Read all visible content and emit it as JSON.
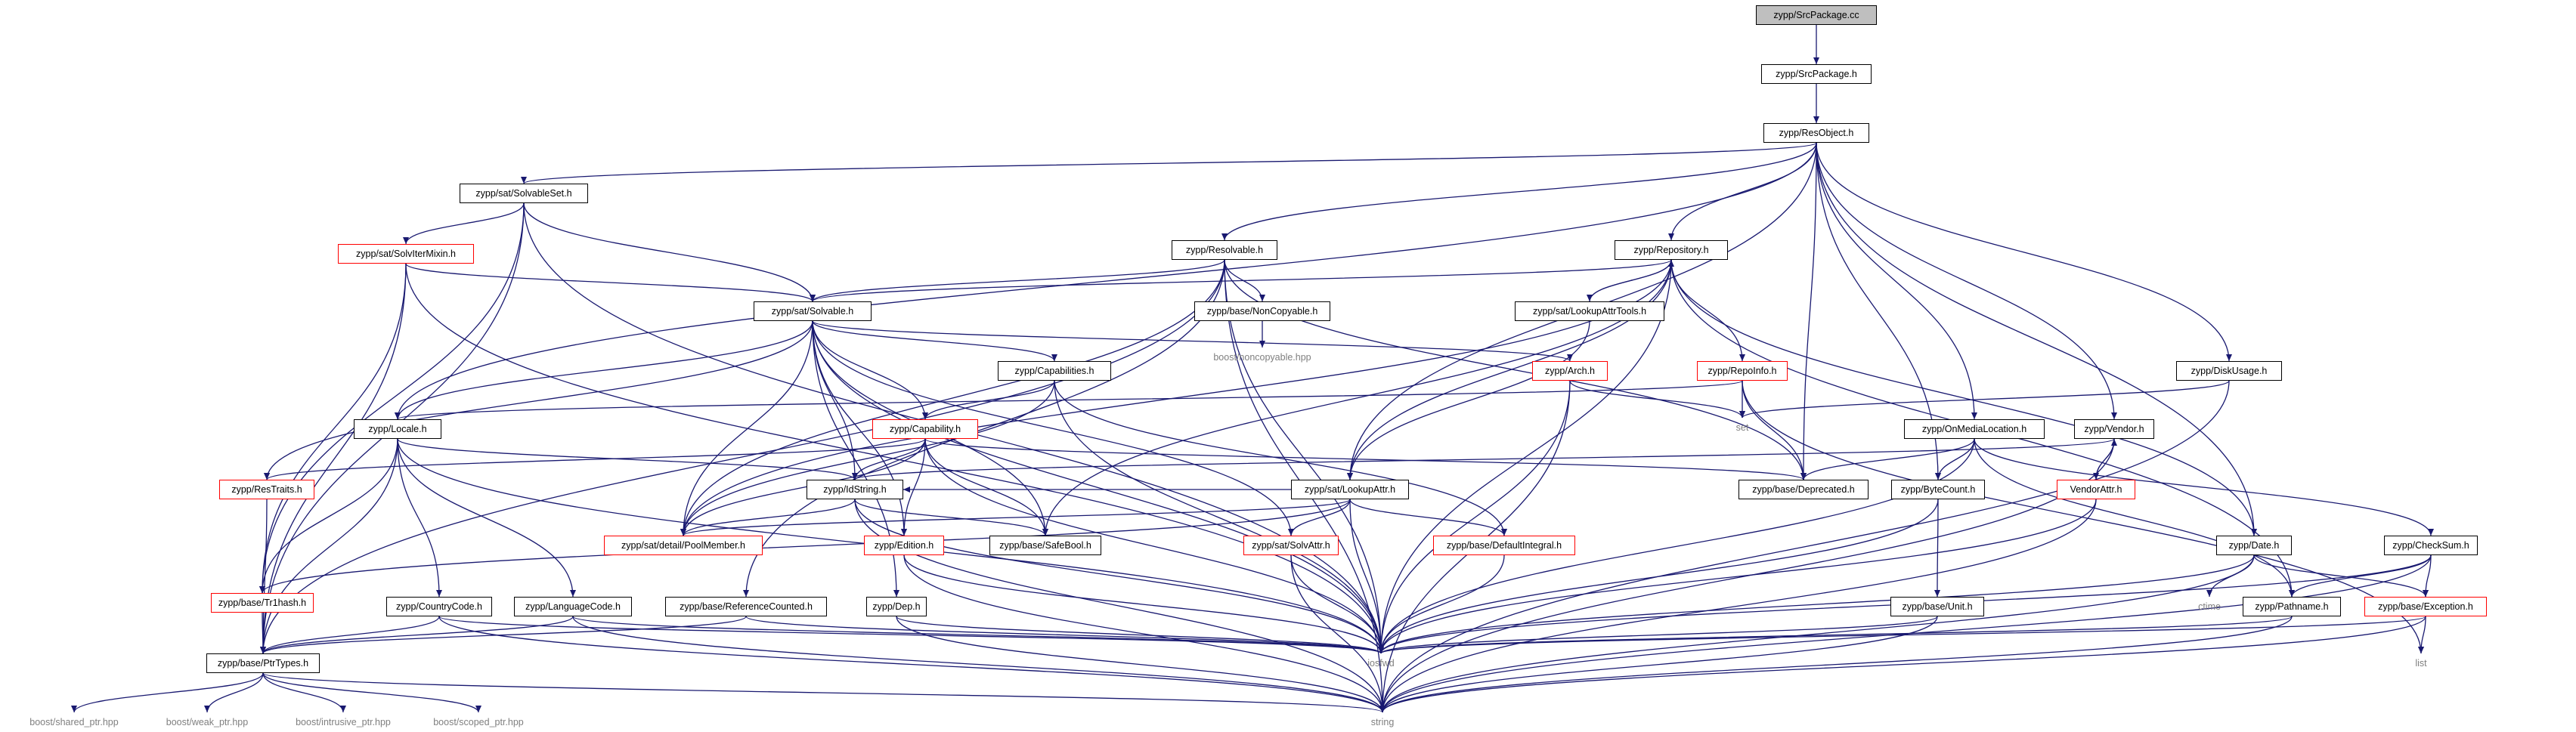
{
  "nodes": [
    {
      "id": "srcpackage_cc",
      "label": "zypp/SrcPackage.cc",
      "style": "root"
    },
    {
      "id": "srcpackage_h",
      "label": "zypp/SrcPackage.h",
      "style": "normal"
    },
    {
      "id": "resobject",
      "label": "zypp/ResObject.h",
      "style": "normal"
    },
    {
      "id": "solvableset",
      "label": "zypp/sat/SolvableSet.h",
      "style": "normal"
    },
    {
      "id": "resolvable",
      "label": "zypp/Resolvable.h",
      "style": "normal"
    },
    {
      "id": "repository",
      "label": "zypp/Repository.h",
      "style": "normal"
    },
    {
      "id": "solvitermixin",
      "label": "zypp/sat/SolvIterMixin.h",
      "style": "red"
    },
    {
      "id": "solvable",
      "label": "zypp/sat/Solvable.h",
      "style": "normal"
    },
    {
      "id": "noncopyable",
      "label": "zypp/base/NonCopyable.h",
      "style": "normal"
    },
    {
      "id": "lookupattrtools",
      "label": "zypp/sat/LookupAttrTools.h",
      "style": "normal"
    },
    {
      "id": "boost_noncopyable",
      "label": "boost/noncopyable.hpp",
      "style": "plain"
    },
    {
      "id": "capabilities",
      "label": "zypp/Capabilities.h",
      "style": "normal"
    },
    {
      "id": "arch",
      "label": "zypp/Arch.h",
      "style": "red"
    },
    {
      "id": "repoinfo",
      "label": "zypp/RepoInfo.h",
      "style": "red"
    },
    {
      "id": "diskusage",
      "label": "zypp/DiskUsage.h",
      "style": "normal"
    },
    {
      "id": "set",
      "label": "set",
      "style": "plain"
    },
    {
      "id": "locale",
      "label": "zypp/Locale.h",
      "style": "normal"
    },
    {
      "id": "capability",
      "label": "zypp/Capability.h",
      "style": "red"
    },
    {
      "id": "onmedialocation",
      "label": "zypp/OnMediaLocation.h",
      "style": "normal"
    },
    {
      "id": "vendor",
      "label": "zypp/Vendor.h",
      "style": "normal"
    },
    {
      "id": "restraits",
      "label": "zypp/ResTraits.h",
      "style": "red"
    },
    {
      "id": "idstring",
      "label": "zypp/IdString.h",
      "style": "normal"
    },
    {
      "id": "lookupattr",
      "label": "zypp/sat/LookupAttr.h",
      "style": "normal"
    },
    {
      "id": "deprecated",
      "label": "zypp/base/Deprecated.h",
      "style": "normal"
    },
    {
      "id": "bytecount",
      "label": "zypp/ByteCount.h",
      "style": "normal"
    },
    {
      "id": "vendorattr",
      "label": "VendorAttr.h",
      "style": "red"
    },
    {
      "id": "poolmember",
      "label": "zypp/sat/detail/PoolMember.h",
      "style": "red"
    },
    {
      "id": "safebool",
      "label": "zypp/base/SafeBool.h",
      "style": "normal"
    },
    {
      "id": "edition",
      "label": "zypp/Edition.h",
      "style": "red"
    },
    {
      "id": "solvattr",
      "label": "zypp/sat/SolvAttr.h",
      "style": "red"
    },
    {
      "id": "defaultintegral",
      "label": "zypp/base/DefaultIntegral.h",
      "style": "red"
    },
    {
      "id": "date",
      "label": "zypp/Date.h",
      "style": "normal"
    },
    {
      "id": "checksum",
      "label": "zypp/CheckSum.h",
      "style": "normal"
    },
    {
      "id": "trihash",
      "label": "zypp/base/Tr1hash.h",
      "style": "red"
    },
    {
      "id": "countrycode",
      "label": "zypp/CountryCode.h",
      "style": "normal"
    },
    {
      "id": "languagecode",
      "label": "zypp/LanguageCode.h",
      "style": "normal"
    },
    {
      "id": "refcounted",
      "label": "zypp/base/ReferenceCounted.h",
      "style": "normal"
    },
    {
      "id": "dep",
      "label": "zypp/Dep.h",
      "style": "normal"
    },
    {
      "id": "unit",
      "label": "zypp/base/Unit.h",
      "style": "normal"
    },
    {
      "id": "ctime",
      "label": "ctime",
      "style": "plain"
    },
    {
      "id": "pathname",
      "label": "zypp/Pathname.h",
      "style": "normal"
    },
    {
      "id": "exception",
      "label": "zypp/base/Exception.h",
      "style": "red"
    },
    {
      "id": "ptrtypes",
      "label": "zypp/base/PtrTypes.h",
      "style": "normal"
    },
    {
      "id": "iosfwd",
      "label": "iosfwd",
      "style": "plain"
    },
    {
      "id": "list",
      "label": "list",
      "style": "plain"
    },
    {
      "id": "shared_ptr",
      "label": "boost/shared_ptr.hpp",
      "style": "plain"
    },
    {
      "id": "weak_ptr",
      "label": "boost/weak_ptr.hpp",
      "style": "plain"
    },
    {
      "id": "intrusive_ptr",
      "label": "boost/intrusive_ptr.hpp",
      "style": "plain"
    },
    {
      "id": "scoped_ptr",
      "label": "boost/scoped_ptr.hpp",
      "style": "plain"
    },
    {
      "id": "string",
      "label": "string",
      "style": "plain"
    }
  ],
  "edges": [
    [
      "srcpackage_cc",
      "srcpackage_h"
    ],
    [
      "srcpackage_h",
      "resobject"
    ],
    [
      "resobject",
      "solvableset"
    ],
    [
      "resobject",
      "resolvable"
    ],
    [
      "resobject",
      "repository"
    ],
    [
      "resobject",
      "locale"
    ],
    [
      "resobject",
      "lookupattr"
    ],
    [
      "resobject",
      "deprecated"
    ],
    [
      "resobject",
      "bytecount"
    ],
    [
      "resobject",
      "onmedialocation"
    ],
    [
      "resobject",
      "vendor"
    ],
    [
      "resobject",
      "diskusage"
    ],
    [
      "resobject",
      "date"
    ],
    [
      "solvableset",
      "solvitermixin"
    ],
    [
      "solvableset",
      "solvable"
    ],
    [
      "solvableset",
      "ptrtypes"
    ],
    [
      "solvableset",
      "trihash"
    ],
    [
      "solvableset",
      "iosfwd"
    ],
    [
      "solvitermixin",
      "solvable"
    ],
    [
      "solvitermixin",
      "ptrtypes"
    ],
    [
      "solvitermixin",
      "trihash"
    ],
    [
      "solvitermixin",
      "iosfwd"
    ],
    [
      "resolvable",
      "solvable"
    ],
    [
      "resolvable",
      "noncopyable"
    ],
    [
      "resolvable",
      "ptrtypes"
    ],
    [
      "resolvable",
      "refcounted"
    ],
    [
      "resolvable",
      "iosfwd"
    ],
    [
      "resolvable",
      "deprecated"
    ],
    [
      "resolvable",
      "string"
    ],
    [
      "resolvable",
      "poolmember"
    ],
    [
      "noncopyable",
      "boost_noncopyable"
    ],
    [
      "repository",
      "solvable"
    ],
    [
      "repository",
      "lookupattrtools"
    ],
    [
      "repository",
      "repoinfo"
    ],
    [
      "repository",
      "lookupattr"
    ],
    [
      "repository",
      "safebool"
    ],
    [
      "repository",
      "date"
    ],
    [
      "repository",
      "pathname"
    ],
    [
      "repository",
      "iosfwd"
    ],
    [
      "repository",
      "poolmember"
    ],
    [
      "lookupattrtools",
      "lookupattr"
    ],
    [
      "lookupattrtools",
      "repository"
    ],
    [
      "solvable",
      "capabilities"
    ],
    [
      "solvable",
      "capability"
    ],
    [
      "solvable",
      "arch"
    ],
    [
      "solvable",
      "idstring"
    ],
    [
      "solvable",
      "edition"
    ],
    [
      "solvable",
      "solvattr"
    ],
    [
      "solvable",
      "poolmember"
    ],
    [
      "solvable",
      "safebool"
    ],
    [
      "solvable",
      "locale"
    ],
    [
      "solvable",
      "restraits"
    ],
    [
      "solvable",
      "dep"
    ],
    [
      "solvable",
      "iosfwd"
    ],
    [
      "capabilities",
      "capability"
    ],
    [
      "capabilities",
      "poolmember"
    ],
    [
      "capabilities",
      "defaultintegral"
    ],
    [
      "capabilities",
      "iosfwd"
    ],
    [
      "arch",
      "set"
    ],
    [
      "arch",
      "string"
    ],
    [
      "arch",
      "iosfwd"
    ],
    [
      "repoinfo",
      "set"
    ],
    [
      "repoinfo",
      "list"
    ],
    [
      "repoinfo",
      "deprecated"
    ],
    [
      "repoinfo",
      "locale"
    ],
    [
      "diskusage",
      "set"
    ],
    [
      "diskusage",
      "string"
    ],
    [
      "locale",
      "idstring"
    ],
    [
      "locale",
      "countrycode"
    ],
    [
      "locale",
      "languagecode"
    ],
    [
      "locale",
      "ptrtypes"
    ],
    [
      "locale",
      "trihash"
    ],
    [
      "locale",
      "iosfwd"
    ],
    [
      "capability",
      "idstring"
    ],
    [
      "capability",
      "edition"
    ],
    [
      "capability",
      "poolmember"
    ],
    [
      "capability",
      "restraits"
    ],
    [
      "capability",
      "safebool"
    ],
    [
      "capability",
      "deprecated"
    ],
    [
      "capability",
      "iosfwd"
    ],
    [
      "restraits",
      "ptrtypes"
    ],
    [
      "idstring",
      "poolmember"
    ],
    [
      "idstring",
      "safebool"
    ],
    [
      "idstring",
      "iosfwd"
    ],
    [
      "idstring",
      "string"
    ],
    [
      "lookupattr",
      "idstring"
    ],
    [
      "lookupattr",
      "solvattr"
    ],
    [
      "lookupattr",
      "defaultintegral"
    ],
    [
      "lookupattr",
      "poolmember"
    ],
    [
      "lookupattr",
      "iosfwd"
    ],
    [
      "lookupattr",
      "trihash"
    ],
    [
      "onmedialocation",
      "deprecated"
    ],
    [
      "onmedialocation",
      "bytecount"
    ],
    [
      "onmedialocation",
      "checksum"
    ],
    [
      "onmedialocation",
      "pathname"
    ],
    [
      "onmedialocation",
      "iosfwd"
    ],
    [
      "vendor",
      "vendorattr"
    ],
    [
      "vendor",
      "idstring"
    ],
    [
      "vendor",
      "string"
    ],
    [
      "vendorattr",
      "vendor"
    ],
    [
      "vendorattr",
      "iosfwd"
    ],
    [
      "vendorattr",
      "string"
    ],
    [
      "bytecount",
      "unit"
    ],
    [
      "bytecount",
      "iosfwd"
    ],
    [
      "edition",
      "iosfwd"
    ],
    [
      "edition",
      "string"
    ],
    [
      "solvattr",
      "iosfwd"
    ],
    [
      "solvattr",
      "string"
    ],
    [
      "defaultintegral",
      "iosfwd"
    ],
    [
      "date",
      "exception"
    ],
    [
      "date",
      "ctime"
    ],
    [
      "date",
      "iosfwd"
    ],
    [
      "date",
      "string"
    ],
    [
      "checksum",
      "exception"
    ],
    [
      "checksum",
      "pathname"
    ],
    [
      "checksum",
      "iosfwd"
    ],
    [
      "checksum",
      "string"
    ],
    [
      "trihash",
      "ptrtypes"
    ],
    [
      "countrycode",
      "ptrtypes"
    ],
    [
      "countrycode",
      "iosfwd"
    ],
    [
      "countrycode",
      "string"
    ],
    [
      "languagecode",
      "ptrtypes"
    ],
    [
      "languagecode",
      "iosfwd"
    ],
    [
      "languagecode",
      "string"
    ],
    [
      "refcounted",
      "ptrtypes"
    ],
    [
      "refcounted",
      "iosfwd"
    ],
    [
      "dep",
      "iosfwd"
    ],
    [
      "dep",
      "string"
    ],
    [
      "unit",
      "iosfwd"
    ],
    [
      "unit",
      "string"
    ],
    [
      "pathname",
      "iosfwd"
    ],
    [
      "pathname",
      "string"
    ],
    [
      "exception",
      "list"
    ],
    [
      "exception",
      "iosfwd"
    ],
    [
      "exception",
      "string"
    ],
    [
      "ptrtypes",
      "shared_ptr"
    ],
    [
      "ptrtypes",
      "weak_ptr"
    ],
    [
      "ptrtypes",
      "intrusive_ptr"
    ],
    [
      "ptrtypes",
      "scoped_ptr"
    ],
    [
      "ptrtypes",
      "string"
    ]
  ],
  "colors": {
    "edge": "#191970",
    "red_border": "#ff0000",
    "node_border": "#000000",
    "root_fill": "#bfbfbf",
    "plain_text": "#7f7f7f"
  }
}
